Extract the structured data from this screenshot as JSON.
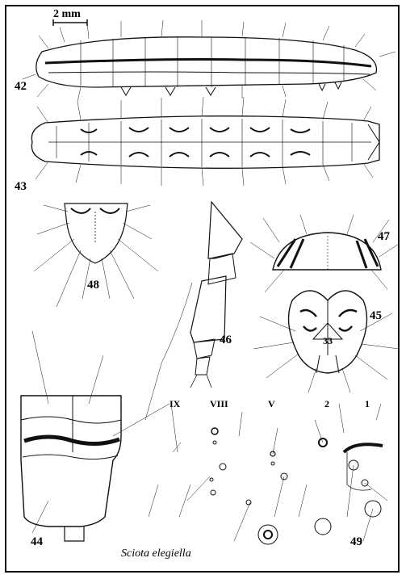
{
  "scale_bar": {
    "label": "2 mm"
  },
  "figures": {
    "fig42": "42",
    "fig43": "43",
    "fig44": "44",
    "fig45": "45",
    "fig46": "46",
    "fig47": "47",
    "fig48": "48",
    "fig49": "49"
  },
  "segment_labels": {
    "ix": "IX",
    "viii": "VIII",
    "v": "V",
    "two": "2",
    "one": "1"
  },
  "head_mark": "33",
  "species_name": "Sciota elegiella"
}
